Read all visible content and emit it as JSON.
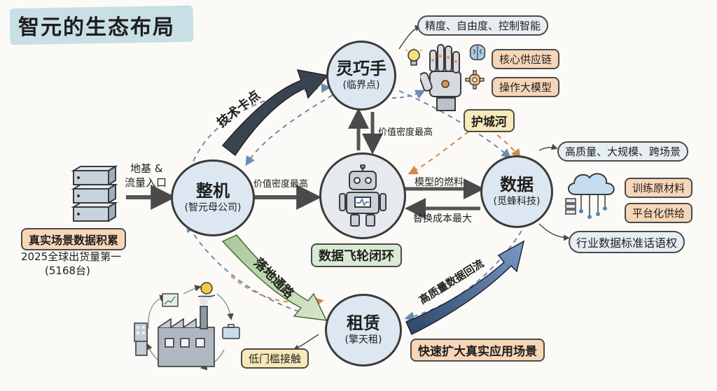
{
  "title": "智元的生态布局",
  "nodes": {
    "lingqiaoshou": {
      "name": "灵巧手",
      "sub": "(临界点)"
    },
    "zhengji": {
      "name": "整机",
      "sub": "(智元母公司)"
    },
    "shuju": {
      "name": "数据",
      "sub": "(觅蜂科技)"
    },
    "zulin": {
      "name": "租赁",
      "sub": "(擎天租)"
    }
  },
  "left_input": {
    "label_line1": "地基 &",
    "label_line2": "流量入口"
  },
  "left_tag": "真实场景数据积累",
  "left_note_line1": "2025全球出货量第一",
  "left_note_line2": "(5168台)",
  "hand_tags": {
    "top": "精度、自由度、控制智能",
    "t1": "核心供应链",
    "t2": "操作大模型",
    "moat": "护城河"
  },
  "data_tags": {
    "top": "高质量、大规模、跨场景",
    "t1": "训练原材料",
    "t2": "平台化供给",
    "bottom": "行业数据标准话语权"
  },
  "arrows": {
    "tech_card": "技术卡点",
    "landing": "落地通路",
    "hq_return": "高质量数据回流",
    "value_density_1": "价值密度最高",
    "value_density_2": "价值密度最高",
    "model_fuel": "模型的燃料",
    "replace_cost": "替换成本最大",
    "low_barrier": "低门槛接触",
    "fast_expand": "快速扩大真实应用场景"
  },
  "center_label": "数据飞轮闭环",
  "colors": {
    "circle_fill": "#dde7f1",
    "yellow_tag": "#f8e9b8",
    "orange_tag": "#f7d6b8",
    "green_tag": "#d9ead5",
    "dark_arrow": "#3a4450",
    "green_arrow": "#b9d3a8",
    "blue_arrow": "#3c5a86"
  },
  "icons": [
    "server-stack-icon",
    "robot-icon",
    "robotic-hand-icon",
    "cloud-database-icon",
    "factory-icon",
    "lightbulb-icon",
    "brain-icon",
    "gear-icon"
  ]
}
